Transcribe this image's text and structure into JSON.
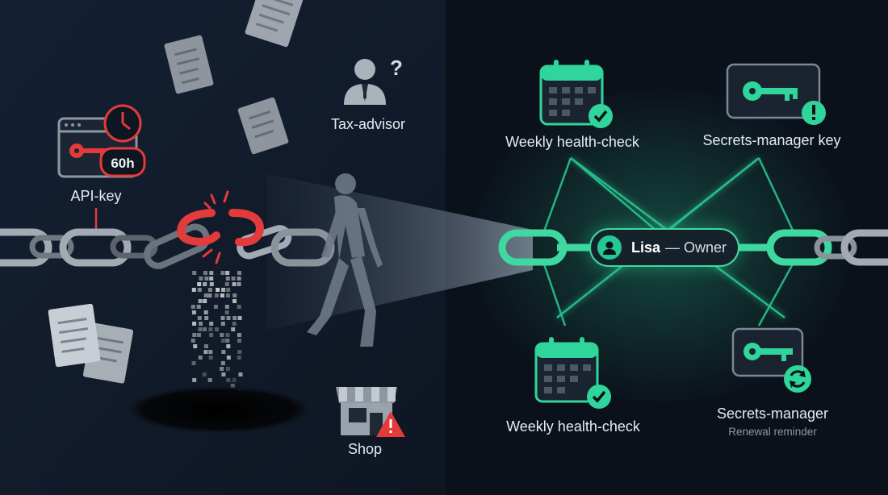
{
  "labels": {
    "api_key": "API-key",
    "api_timer": "60h",
    "tax_advisor": "Tax-advisor",
    "shop": "Shop",
    "health_check_top": "Weekly health-check",
    "secrets_key": "Secrets-manager key",
    "health_check_bottom": "Weekly health-check",
    "secrets_manager": "Secrets-manager",
    "renewal_reminder": "Renewal reminder"
  },
  "owner": {
    "name": "Lisa",
    "role": "— Owner"
  },
  "icons": [
    "document-icon",
    "api-key-window-icon",
    "clock-icon",
    "key-icon",
    "advisor-question-icon",
    "broken-chain-link-icon",
    "walking-person-icon",
    "black-hole-icon",
    "shop-warning-icon",
    "calendar-check-icon",
    "key-alert-icon",
    "key-renew-icon",
    "user-avatar-icon"
  ],
  "colors": {
    "background_left": "#111a27",
    "background_right": "#0b121c",
    "danger": "#e33b3b",
    "accent_green": "#2fd59b",
    "chain_grey": "#9aa1ab"
  }
}
